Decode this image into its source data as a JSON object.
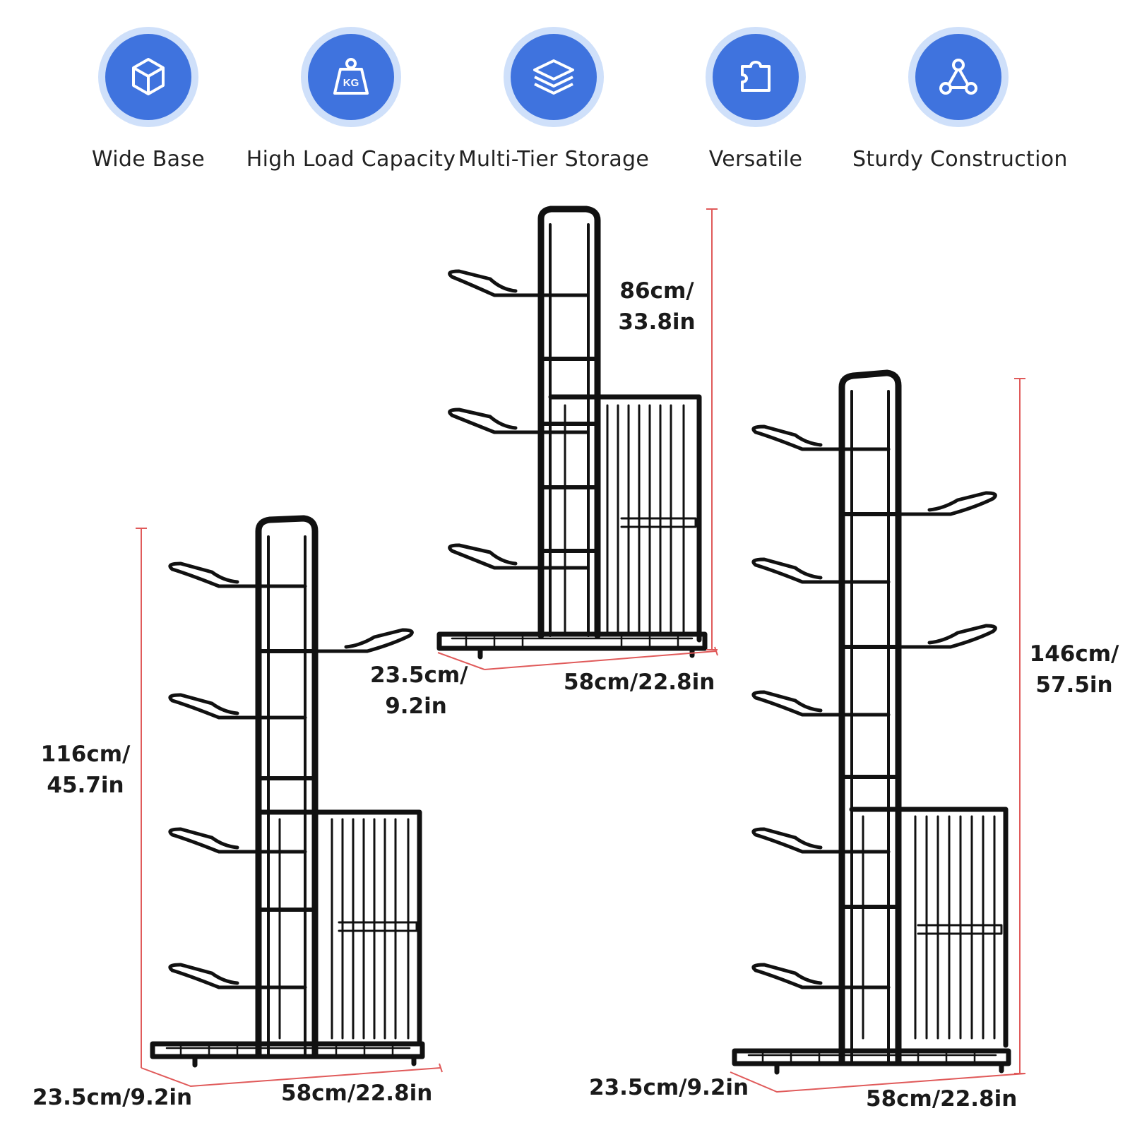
{
  "features": [
    {
      "label": "Wide Base",
      "icon": "cube-icon"
    },
    {
      "label": "High Load Capacity",
      "icon": "kg-weight-icon"
    },
    {
      "label": "Multi-Tier Storage",
      "icon": "stacked-layers-icon"
    },
    {
      "label": "Versatile",
      "icon": "puzzle-piece-icon"
    },
    {
      "label": "Sturdy Construction",
      "icon": "triangle-nodes-icon"
    }
  ],
  "kg_text": "KG",
  "colors": {
    "icon_circle": "#3f73de",
    "icon_ring": "#cfe0fa",
    "dimension_line": "#e05a5a",
    "rack": "#111111"
  },
  "racks": {
    "small": {
      "height_line1": "86cm/",
      "height_line2": "33.8in",
      "depth_line1": "23.5cm/",
      "depth_line2": "9.2in",
      "width": "58cm/22.8in"
    },
    "medium": {
      "height_line1": "116cm/",
      "height_line2": "45.7in",
      "depth": "23.5cm/9.2in",
      "width": "58cm/22.8in"
    },
    "large": {
      "height_line1": "146cm/",
      "height_line2": "57.5in",
      "depth": "23.5cm/9.2in",
      "width": "58cm/22.8in"
    }
  }
}
